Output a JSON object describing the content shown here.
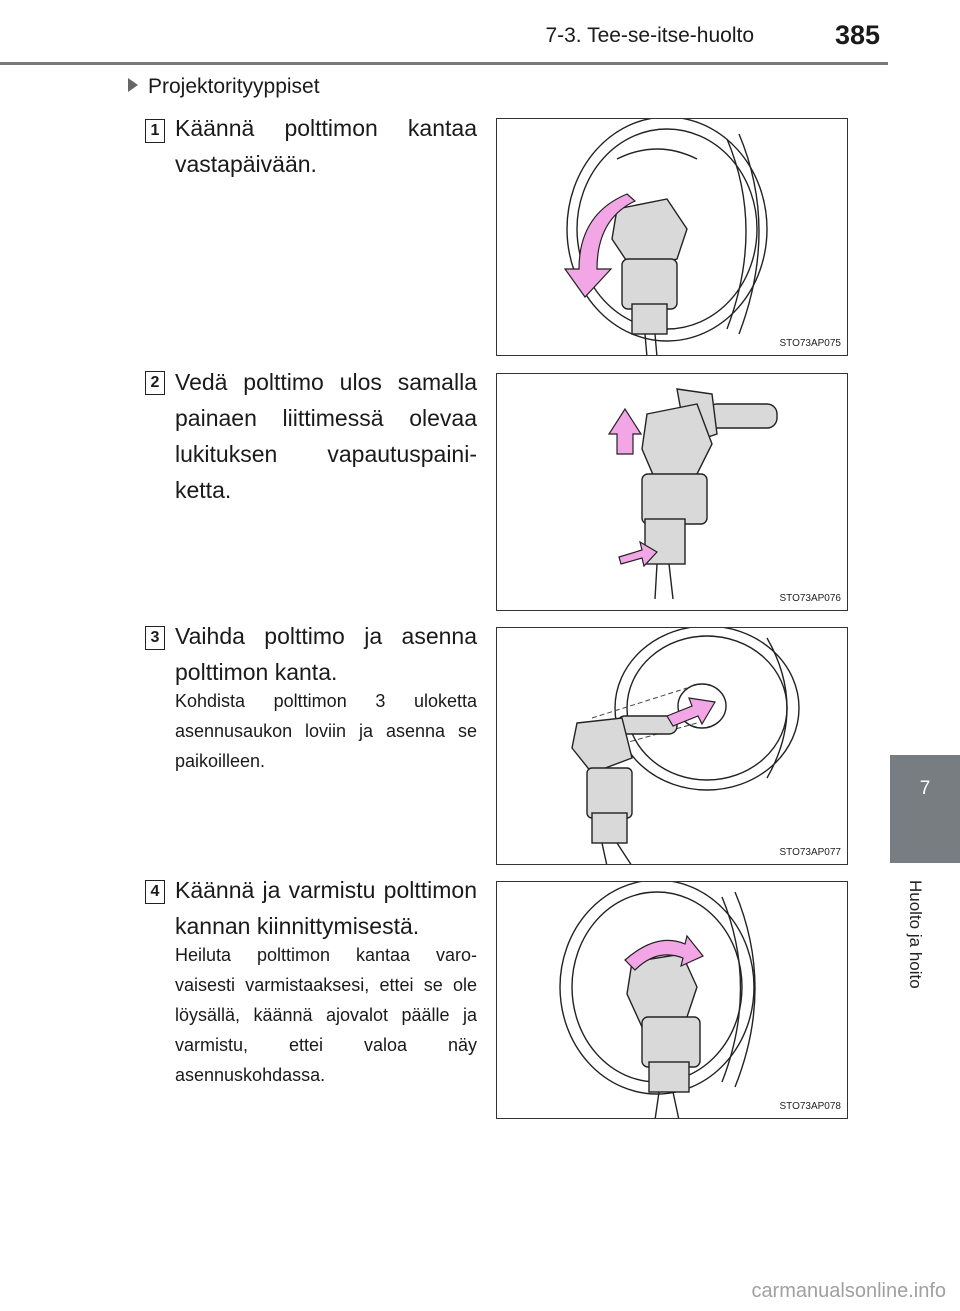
{
  "header": {
    "section": "7-3. Tee-se-itse-huolto",
    "page_number": "385"
  },
  "side_tab": {
    "number": "7",
    "label": "Huolto ja hoito"
  },
  "section_title": "Projektorityyppiset",
  "steps": [
    {
      "number": "1",
      "text": "Käännä polttimon kantaa vastapäivään.",
      "note": "",
      "figure_code": "STO73AP075"
    },
    {
      "number": "2",
      "text": "Vedä polttimo ulos samalla painaen liittimessä olevaa lukituksen vapautuspaini- ketta.",
      "note": "",
      "figure_code": "STO73AP076"
    },
    {
      "number": "3",
      "text": "Vaihda polttimo ja asenna polttimon kanta.",
      "note": "Kohdista polttimon 3 uloketta asennusaukon loviin ja asenna se paikoilleen.",
      "figure_code": "STO73AP077"
    },
    {
      "number": "4",
      "text": "Käännä ja varmistu polttimon kannan kiinnittymisestä.",
      "note": "Heiluta polttimon kantaa varo- vaisesti varmistaaksesi, ettei se ole löysällä, käännä ajovalot päälle ja varmistu, ettei valoa näy asennuskohdassa.",
      "figure_code": "STO73AP078"
    }
  ],
  "watermark": "carmanualsonline.info",
  "colors": {
    "tab_gray": "#777d80",
    "arrow_pink": "#f2a6e6",
    "part_gray": "#d9d9d9"
  }
}
